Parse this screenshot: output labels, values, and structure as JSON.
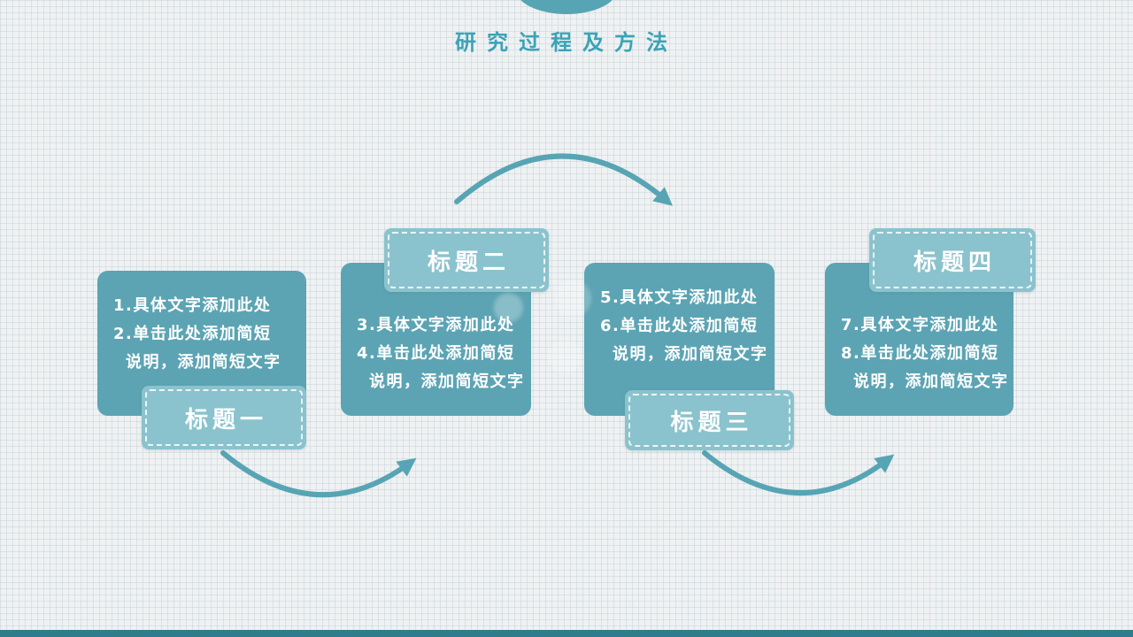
{
  "slide": {
    "title": "研究过程及方法"
  },
  "boxes": [
    {
      "label": "标题一",
      "label_position": "bottom",
      "lines": [
        "1.具体文字添加此处",
        "2.单击此处添加简短",
        "说明，添加简短文字"
      ]
    },
    {
      "label": "标题二",
      "label_position": "top",
      "lines": [
        "3.具体文字添加此处",
        "4.单击此处添加简短",
        "说明，添加简短文字"
      ]
    },
    {
      "label": "标题三",
      "label_position": "bottom",
      "lines": [
        "5.具体文字添加此处",
        "6.单击此处添加简短",
        "说明，添加简短文字"
      ]
    },
    {
      "label": "标题四",
      "label_position": "top",
      "lines": [
        "7.具体文字添加此处",
        "8.单击此处添加简短",
        "说明，添加简短文字"
      ]
    }
  ],
  "colors": {
    "background": "#EFF1F2",
    "box": "#5CA4B3",
    "label": "#8AC3CD",
    "arrow": "#57A4B4",
    "title": "#3AA3B7",
    "footer": "#2F7D8B"
  }
}
